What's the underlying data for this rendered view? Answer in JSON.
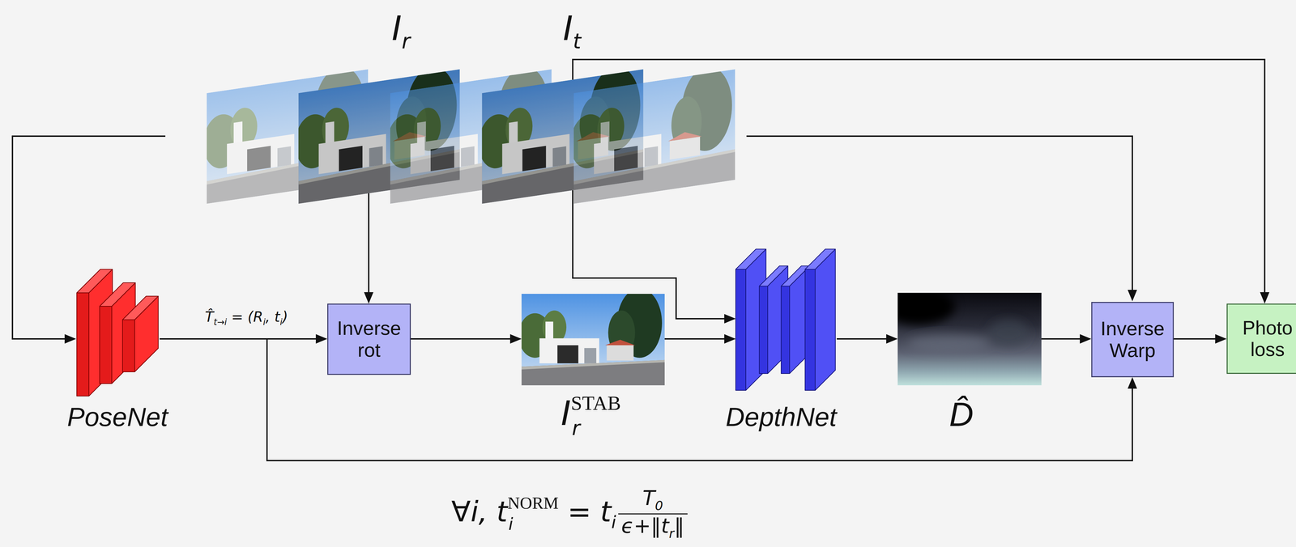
{
  "diagram": {
    "nodes": [
      {
        "text": [
          "Ir"
        ]
      },
      {
        "text": [
          "It"
        ]
      },
      {
        "text": [
          "PoseNet"
        ]
      },
      {
        "text": [
          "Inverse rot"
        ]
      },
      {
        "text": [
          "IrSTAB"
        ]
      },
      {
        "text": [
          "DepthNet"
        ]
      },
      {
        "text": [
          "D̂"
        ]
      },
      {
        "text": [
          "Inverse Warp"
        ]
      },
      {
        "text": [
          "Photo loss"
        ]
      }
    ],
    "edges": [
      {
        "from": 2,
        "to": 3,
        "arrow": "to",
        "label": "T̂t→i = (Ri, ti)"
      },
      {
        "from": 2,
        "to": 7,
        "arrow": "to"
      },
      {
        "from": 0,
        "to": 3,
        "arrow": "to"
      },
      {
        "from": 3,
        "to": 4,
        "arrow": "to"
      },
      {
        "from": 4,
        "to": 5,
        "arrow": "to"
      },
      {
        "from": 1,
        "to": 5,
        "arrow": "to"
      },
      {
        "from": 5,
        "to": 6,
        "arrow": "to"
      },
      {
        "from": 6,
        "to": 7,
        "arrow": "to"
      },
      {
        "from": 7,
        "to": 8,
        "arrow": "to"
      },
      {
        "from": 1,
        "to": 8,
        "arrow": "to"
      }
    ],
    "labels": [
      "∀i, tiNORM = tiT0ϵ+‖tr‖"
    ]
  }
}
